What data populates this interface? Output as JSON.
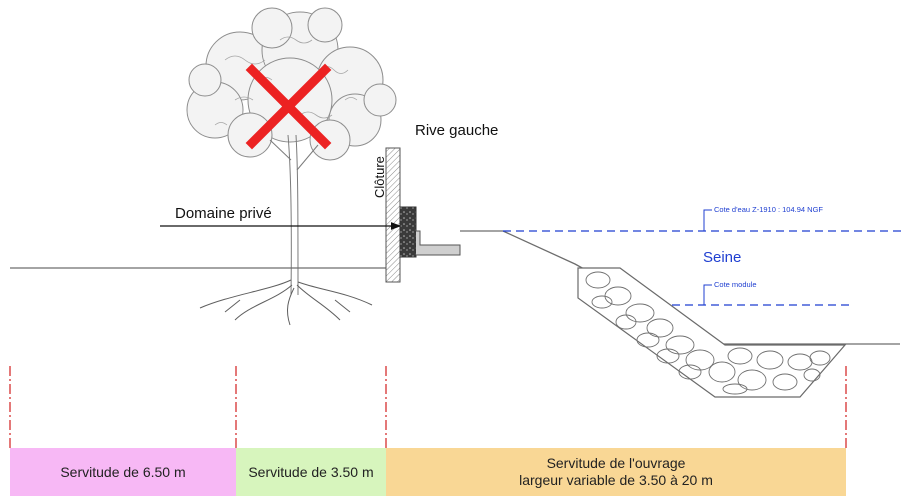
{
  "labels": {
    "rive": "Rive gauche",
    "cloture": "Clôture",
    "domaine": "Domaine privé",
    "cote_eau": "Cote d'eau Z-1910 : 104.94 NGF",
    "seine": "Seine",
    "cote_module": "Cote module"
  },
  "servitudes": [
    {
      "line1": "Servitude de 6.50 m",
      "line2": "",
      "color": "#f7b8f5"
    },
    {
      "line1": "Servitude de 3.50 m",
      "line2": "",
      "color": "#d7f5bd"
    },
    {
      "line1": "Servitude de l'ouvrage",
      "line2": "largeur variable de 3.50 à 20 m",
      "color": "#f9d795"
    }
  ],
  "colors": {
    "water": "#1f3fd1",
    "cross": "#ec2222",
    "ground": "#6d6d6d",
    "marker": "#d21f1f"
  }
}
